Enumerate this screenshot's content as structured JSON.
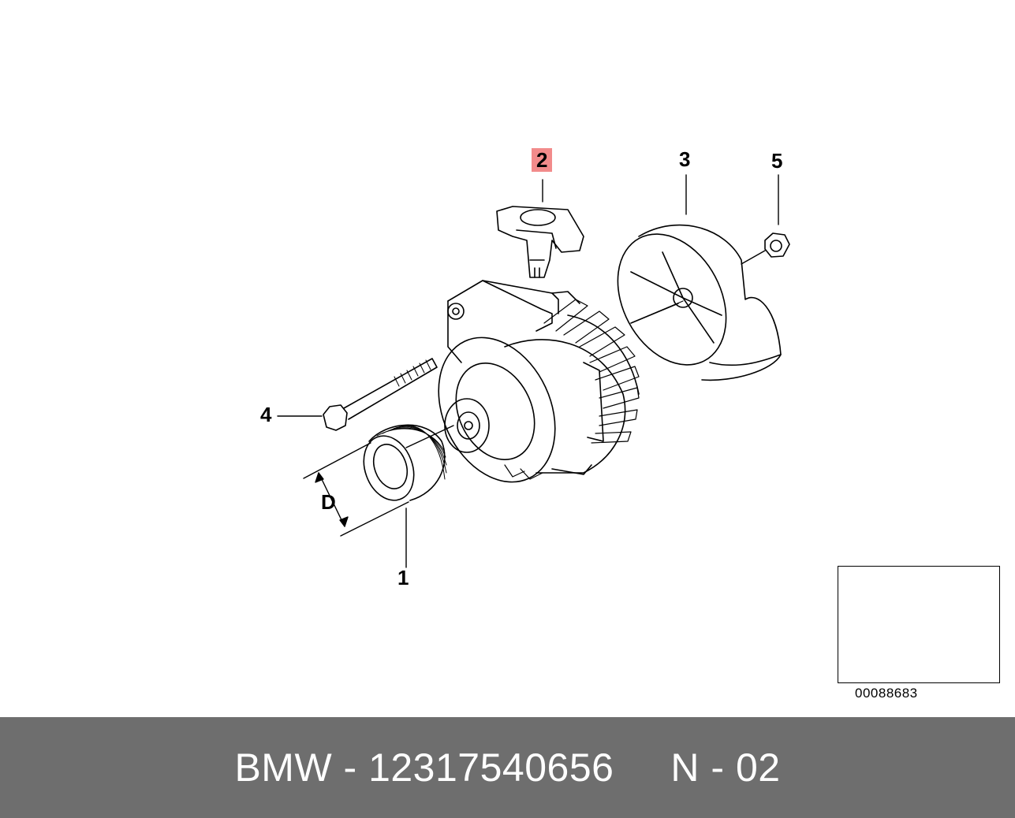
{
  "callouts": {
    "item_1": "1",
    "item_2": "2",
    "item_3": "3",
    "item_4": "4",
    "item_5": "5",
    "dimension": "D"
  },
  "highlight_color": "#f28b8b",
  "diagram_id": "00088683",
  "footer": {
    "text": "BMW - 12317540656     N - 02",
    "background": "#6e6e6e"
  }
}
